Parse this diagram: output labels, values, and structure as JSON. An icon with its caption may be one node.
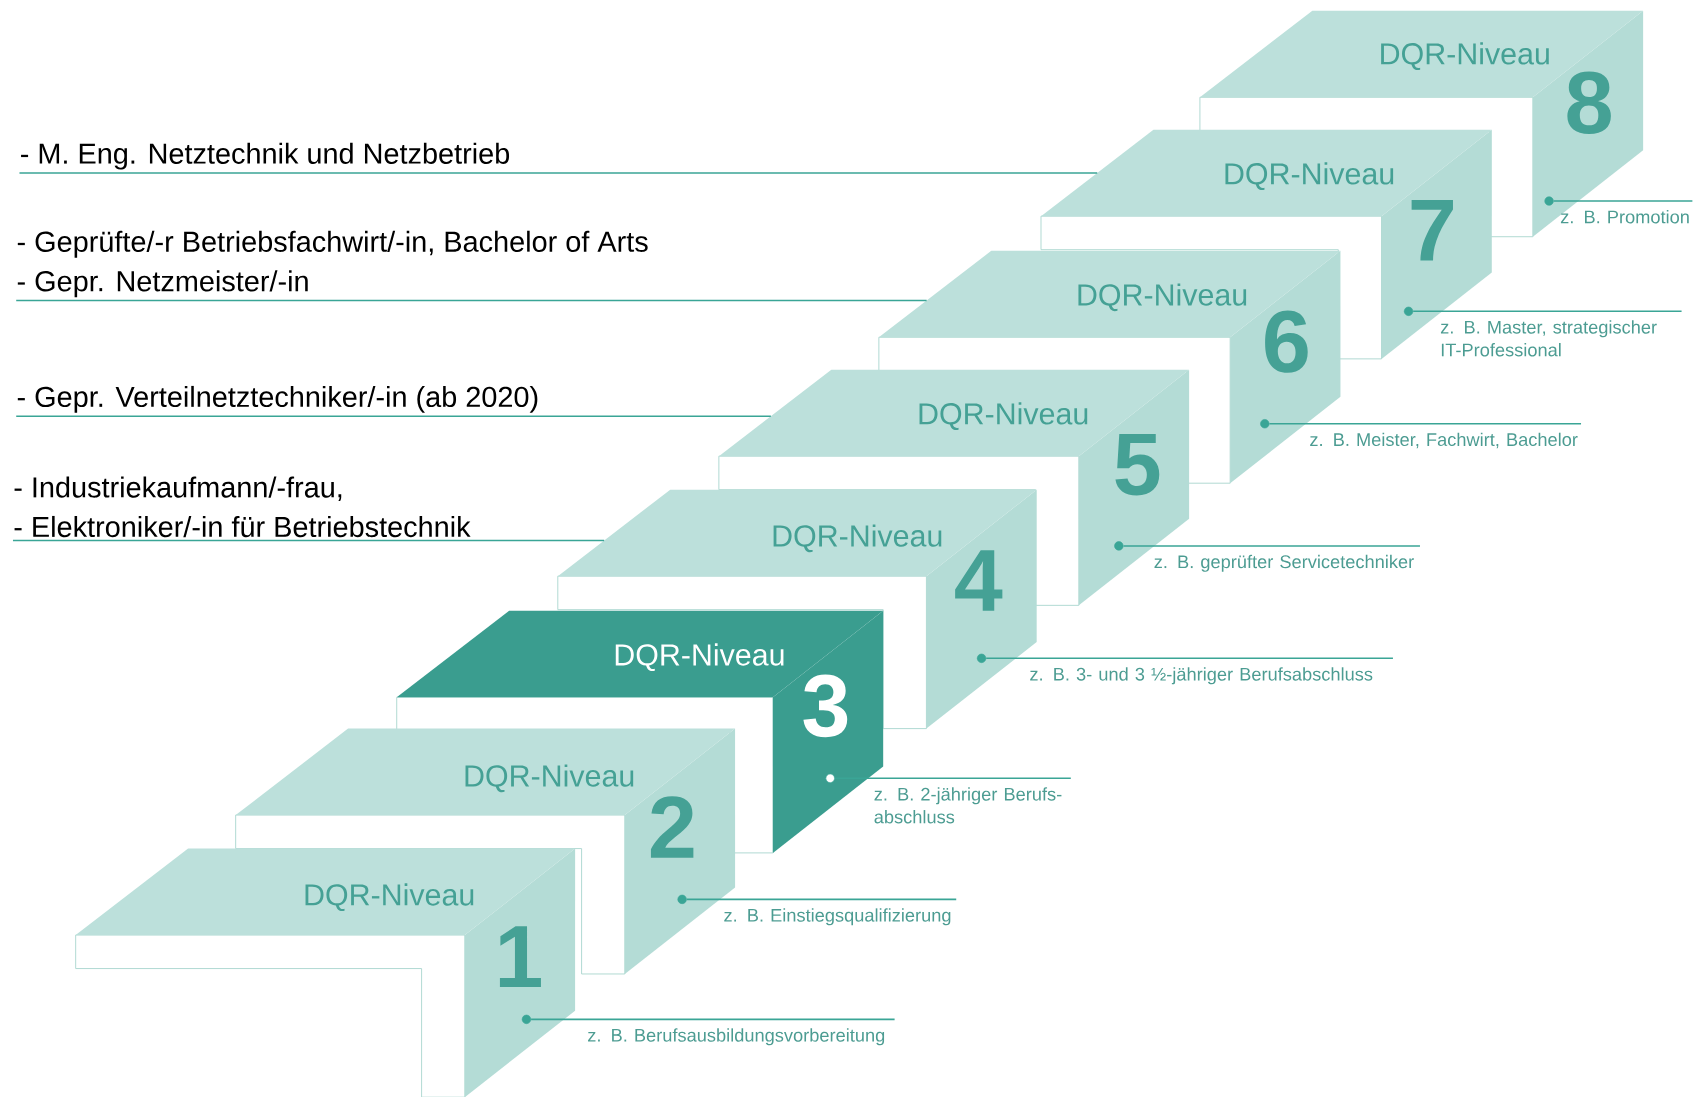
{
  "diagram": {
    "nodes": [
      {
        "text": [
          "DQR-Niveau",
          "1"
        ]
      },
      {
        "text": [
          "DQR-Niveau",
          "2"
        ]
      },
      {
        "text": [
          "DQR-Niveau",
          "3"
        ]
      },
      {
        "text": [
          "DQR-Niveau",
          "4"
        ]
      },
      {
        "text": [
          "DQR-Niveau",
          "5"
        ]
      },
      {
        "text": [
          "DQR-Niveau",
          "6"
        ]
      },
      {
        "text": [
          "DQR-Niveau",
          "7"
        ]
      },
      {
        "text": [
          "DQR-Niveau",
          "8"
        ]
      },
      {
        "text": [
          "z. B. Berufsausbildungsvorbereitung"
        ]
      },
      {
        "text": [
          "z. B. Einstiegsqualifizierung"
        ]
      },
      {
        "text": [
          "z. B. 2-jähriger Berufs- abschluss"
        ]
      },
      {
        "text": [
          "z. B. 3- und 3 ½-jähriger Berufsabschluss"
        ]
      },
      {
        "text": [
          "z. B. geprüfter Servicetechniker"
        ]
      },
      {
        "text": [
          "z. B. Meister, Fachwirt, Bachelor"
        ]
      },
      {
        "text": [
          "z. B. Master, strategischer IT-Professional"
        ]
      },
      {
        "text": [
          "z. B. Promotion"
        ]
      },
      {
        "text": [
          "- M. Eng. Netztechnik und Netzbetrieb"
        ]
      },
      {
        "text": [
          "- Geprüfte/-r Betriebsfachwirt/-in, Bachelor of Arts",
          "- Gepr. Netzmeister/-in"
        ]
      },
      {
        "text": [
          "- Gepr. Verteilnetztechniker/-in (ab 2020)"
        ]
      },
      {
        "text": [
          "- Industriekaufmann/-frau,",
          "- Elektroniker/-in für Betriebstechnik"
        ]
      },
      {
        "text": [],
        "shape": "circle"
      },
      {
        "text": [],
        "shape": "circle"
      },
      {
        "text": [],
        "shape": "circle"
      },
      {
        "text": [],
        "shape": "circle"
      },
      {
        "text": [],
        "shape": "circle"
      },
      {
        "text": [],
        "shape": "circle"
      },
      {
        "text": [],
        "shape": "circle"
      },
      {
        "text": [],
        "shape": "circle"
      }
    ],
    "edges": [
      {
        "from": 8,
        "to": 20,
        "arrow": "none"
      },
      {
        "from": 9,
        "to": 21,
        "arrow": "none"
      },
      {
        "from": 10,
        "to": 22,
        "arrow": "none"
      },
      {
        "from": 11,
        "to": 23,
        "arrow": "none"
      },
      {
        "from": 12,
        "to": 24,
        "arrow": "none"
      },
      {
        "from": 13,
        "to": 25,
        "arrow": "none"
      },
      {
        "from": 14,
        "to": 26,
        "arrow": "none"
      },
      {
        "from": 15,
        "to": 27,
        "arrow": "none"
      },
      {
        "from": 16,
        "to": 6,
        "arrow": "none"
      },
      {
        "from": 17,
        "to": 5,
        "arrow": "none"
      },
      {
        "from": 18,
        "to": 4,
        "arrow": "none"
      },
      {
        "from": 19,
        "to": 3,
        "arrow": "none"
      }
    ]
  }
}
